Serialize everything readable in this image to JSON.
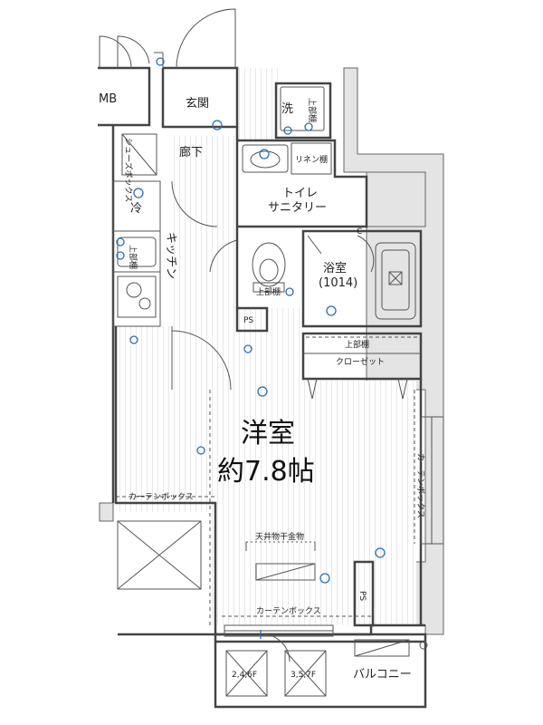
{
  "rooms": {
    "mb": "MB",
    "genkan": "玄関",
    "sentaku": "洗",
    "sentaku_top": "上部棚",
    "rouka": "廊下",
    "shoes_box": "シューズボックス",
    "linen": "リネン棚",
    "toilet_line1": "トイレ",
    "toilet_line2": "サニタリー",
    "rei": "冷",
    "kitchen": "キッチン",
    "kitchen_top": "上部棚",
    "toilet_top": "上部棚",
    "yokushitsu": "浴室",
    "yokushitsu_size": "(1014)",
    "ps_left": "PS",
    "ps_right": "PS",
    "closet_top": "上部棚",
    "closet": "クローゼット",
    "youshitsu": "洋室",
    "youshitsu_size": "約7.8帖",
    "curtain_left": "カーテンボックス",
    "curtain_right": "カーテンボックス",
    "curtain_bottom": "カーテンボックス",
    "ceiling_hanger": "天井物干金物",
    "balcony": "バルコニー",
    "floor_246": "2,4,6F",
    "floor_357": "3,5,7F",
    "switch_c": "C"
  },
  "colors": {
    "wall": "#555555",
    "wall_fill": "#e6e6e6",
    "equipment": "#2a6fb0",
    "floor_line": "#cfcfcf",
    "text": "#222222"
  }
}
